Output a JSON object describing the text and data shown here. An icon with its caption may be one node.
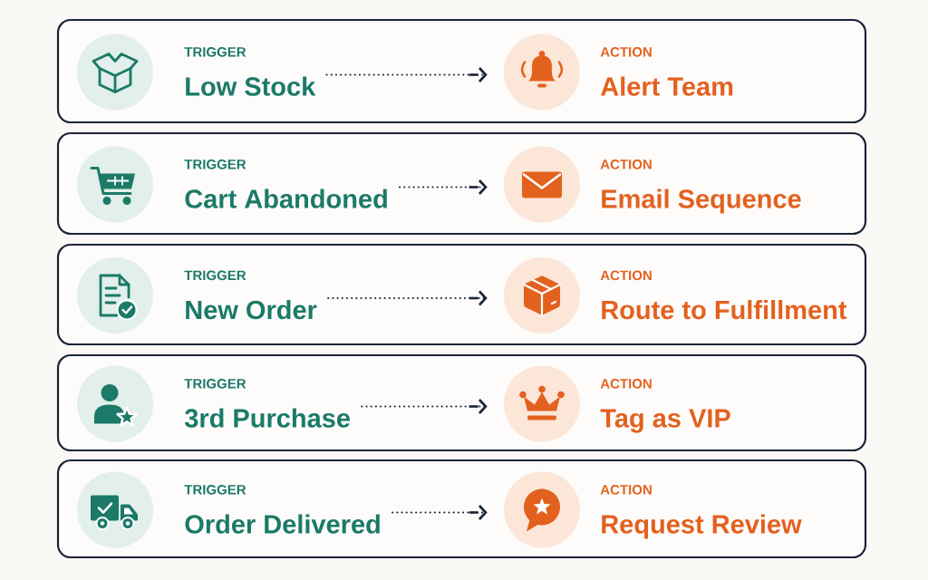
{
  "diagram": {
    "nodes": [
      {
        "text": [],
        "shape": "box"
      },
      {
        "text": [
          "TRIGGER",
          "Low Stock"
        ],
        "in": 0
      },
      {
        "text": [
          "ACTION",
          "Alert Team"
        ],
        "in": 0
      },
      {
        "text": [],
        "shape": "box"
      },
      {
        "text": [
          "TRIGGER",
          "Cart Abandoned"
        ],
        "in": 3
      },
      {
        "text": [
          "ACTION",
          "Email Sequence"
        ],
        "in": 3
      },
      {
        "text": [],
        "shape": "box"
      },
      {
        "text": [
          "TRIGGER",
          "New Order"
        ],
        "in": 6
      },
      {
        "text": [
          "ACTION",
          "Route to Fulfillment"
        ],
        "in": 6
      },
      {
        "text": [],
        "shape": "box"
      },
      {
        "text": [
          "TRIGGER",
          "3rd Purchase"
        ],
        "in": 9
      },
      {
        "text": [
          "ACTION",
          "Tag as VIP"
        ],
        "in": 9
      },
      {
        "text": [],
        "shape": "box"
      },
      {
        "text": [
          "TRIGGER",
          "Order Delivered"
        ],
        "in": 12
      },
      {
        "text": [
          "ACTION",
          "Request Review"
        ],
        "in": 12
      }
    ],
    "edges": [
      {
        "from": 1,
        "to": 2,
        "arrow": "to",
        "style": "dashed"
      },
      {
        "from": 4,
        "to": 5,
        "arrow": "to",
        "style": "dashed"
      },
      {
        "from": 7,
        "to": 8,
        "arrow": "to",
        "style": "dashed"
      },
      {
        "from": 10,
        "to": 11,
        "arrow": "to",
        "style": "dashed"
      },
      {
        "from": 13,
        "to": 14,
        "arrow": "to",
        "style": "dashed"
      }
    ]
  }
}
